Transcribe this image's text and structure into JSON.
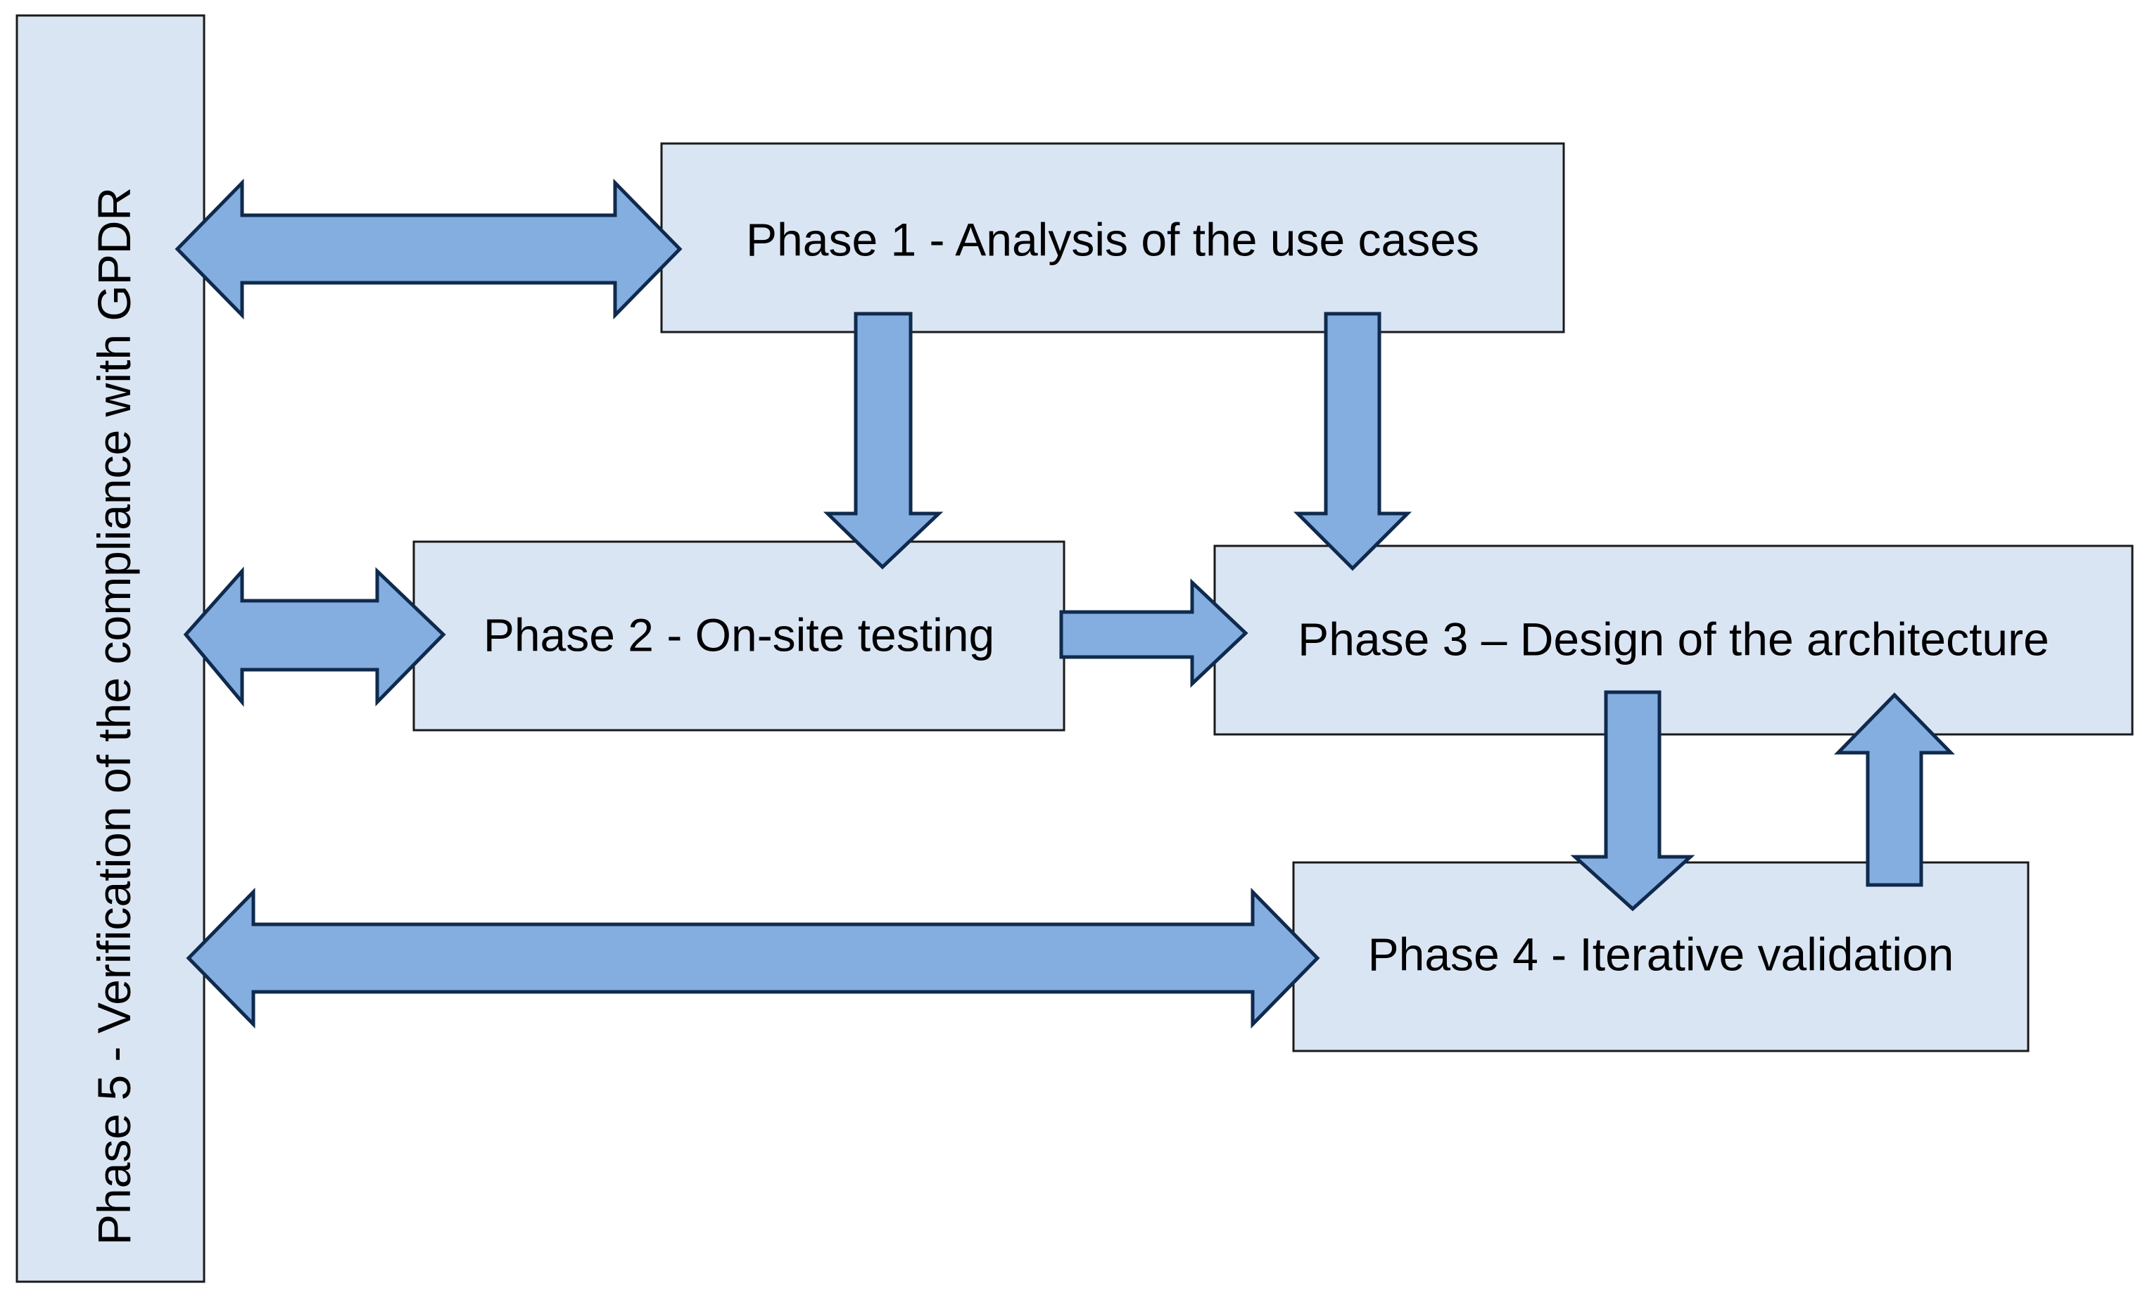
{
  "diagram": {
    "phase5_label": "Phase 5 - Verification of the compliance with GPDR",
    "phase1_label": "Phase 1 - Analysis of the use cases",
    "phase2_label": "Phase 2 - On-site testing",
    "phase3_label": "Phase 3 – Design of the architecture",
    "phase4_label": "Phase 4 - Iterative validation"
  },
  "colors": {
    "box_fill": "#dae5f4",
    "box_border": "#1a1a1a",
    "arrow_fill": "#84aee0",
    "arrow_border": "#0f2a4d"
  }
}
